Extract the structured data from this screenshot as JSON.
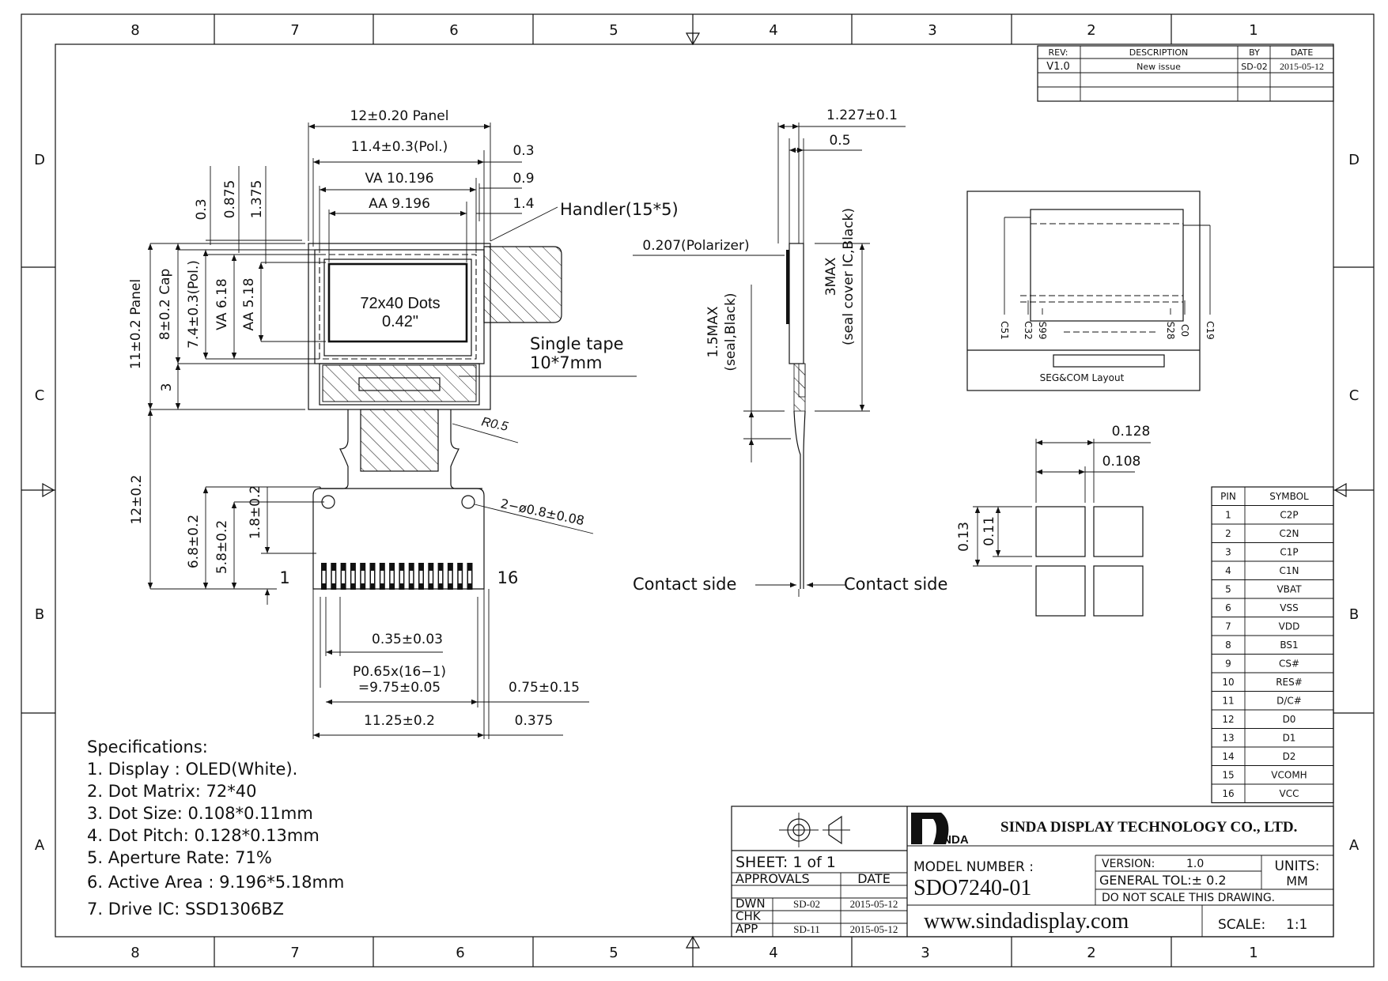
{
  "frame": {
    "cols_top": [
      "8",
      "7",
      "6",
      "5",
      "4",
      "3",
      "2",
      "1"
    ],
    "cols_bottom": [
      "8",
      "7",
      "6",
      "5",
      "4",
      "3",
      "2",
      "1"
    ],
    "rows_left": [
      "D",
      "C",
      "B",
      "A"
    ],
    "rows_right": [
      "D",
      "C",
      "B",
      "A"
    ]
  },
  "revision": {
    "headers": [
      "REV:",
      "DESCRIPTION",
      "BY",
      "DATE"
    ],
    "row": [
      "V1.0",
      "New  issue",
      "SD-02",
      "2015-05-12"
    ]
  },
  "front": {
    "panel_w": "12±0.20  Panel",
    "pol_w": "11.4±0.3(Pol.)",
    "va_w": "VA  10.196",
    "aa_w": "AA  9.196",
    "d03": "0.3",
    "d09": "0.9",
    "d14": "1.4",
    "handler": "Handler(15*5)",
    "v03": "0.3",
    "v0875": "0.875",
    "v1375": "1.375",
    "panel_h": "11±0.2  Panel",
    "cap_h": "8±0.2  Cap",
    "pol_h": "7.4±0.3(Pol.)",
    "va_h": "VA  6.18",
    "aa_h": "AA  5.18",
    "v3": "3",
    "dots": "72x40 Dots",
    "diag": "0.42\"",
    "tape": "Single  tape",
    "tape_size": "10*7mm",
    "r05": "R0.5",
    "holes": "2−ø0.8±0.08",
    "fpc_len": "12±0.2",
    "h68": "6.8±0.2",
    "h58": "5.8±0.2",
    "h18": "1.8±0.2",
    "pin1": "1",
    "pin16": "16",
    "pad_w": "0.35±0.03",
    "pitch1": "P0.65x(16−1)",
    "pitch2": "=9.75±0.05",
    "off075": "0.75±0.15",
    "fpc_w": "11.25±0.2",
    "off0375": "0.375"
  },
  "side": {
    "total": "1.227±0.1",
    "glass": "0.5",
    "polarizer": "0.207(Polarizer)",
    "max3_a": "3MAX",
    "max3_b": "(seal  cover  IC,Black)",
    "max15_a": "1.5MAX",
    "max15_b": "(seal,Black)",
    "contact_l": "Contact  side",
    "contact_r": "Contact  side"
  },
  "layout": {
    "labels": [
      "C51",
      "C32",
      "S99",
      "S28",
      "C0",
      "C19"
    ],
    "caption": "SEG&COM Layout"
  },
  "dot": {
    "p128": "0.128",
    "p108": "0.108",
    "p013": "0.13",
    "p011": "0.11"
  },
  "pins": {
    "headers": [
      "PIN",
      "SYMBOL"
    ],
    "rows": [
      [
        "1",
        "C2P"
      ],
      [
        "2",
        "C2N"
      ],
      [
        "3",
        "C1P"
      ],
      [
        "4",
        "C1N"
      ],
      [
        "5",
        "VBAT"
      ],
      [
        "6",
        "VSS"
      ],
      [
        "7",
        "VDD"
      ],
      [
        "8",
        "BS1"
      ],
      [
        "9",
        "CS#"
      ],
      [
        "10",
        "RES#"
      ],
      [
        "11",
        "D/C#"
      ],
      [
        "12",
        "D0"
      ],
      [
        "13",
        "D1"
      ],
      [
        "14",
        "D2"
      ],
      [
        "15",
        "VCOMH"
      ],
      [
        "16",
        "VCC"
      ]
    ]
  },
  "specs": {
    "title": "Specifications:",
    "items": [
      "1. Display :  OLED(White).",
      "2. Dot Matrix:  72*40",
      "3. Dot Size:  0.108*0.11mm",
      "4. Dot Pitch:  0.128*0.13mm",
      "5. Aperture Rate:  71%",
      "6. Active Area : 9.196*5.18mm",
      "7. Drive IC: SSD1306BZ"
    ]
  },
  "title_block": {
    "company": "SINDA DISPLAY  TECHNOLOGY  CO., LTD.",
    "logo_text": "INDA",
    "sheet": "SHEET:  1  of  1",
    "approvals": "APPROVALS",
    "date_hdr": "DATE",
    "rows": [
      {
        "role": "DWN",
        "by": "SD-02",
        "date": "2015-05-12"
      },
      {
        "role": "CHK",
        "by": "",
        "date": ""
      },
      {
        "role": "APP",
        "by": "SD-11",
        "date": "2015-05-12"
      }
    ],
    "model_label": "MODEL  NUMBER :",
    "model": "SDO7240-01",
    "version_label": "VERSION:",
    "version": "1.0",
    "tol": "GENERAL  TOL:±  0.2",
    "units_label": "UNITS:",
    "units": "MM",
    "noscale": "DO  NOT  SCALE  THIS  DRAWING.",
    "website": "www.sindadisplay.com",
    "scale_label": "SCALE:",
    "scale": "1:1"
  }
}
